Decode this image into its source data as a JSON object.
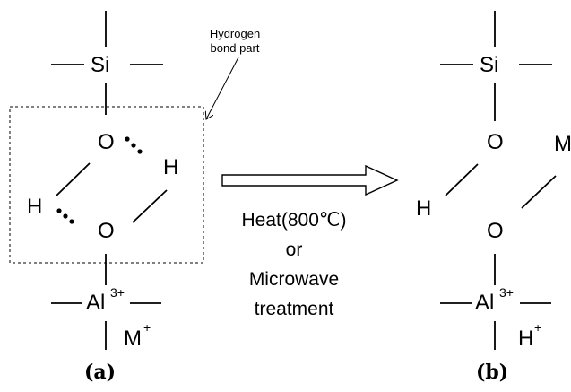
{
  "structure_a": {
    "si": "Si",
    "o_top": "O",
    "h_right": "H",
    "h_left": "H",
    "o_bottom": "O",
    "al": "Al",
    "al_charge": "3+",
    "cation": "M",
    "cation_charge": "+",
    "label": "(a)"
  },
  "annotation": {
    "line1": "Hydrogen",
    "line2": "bond part"
  },
  "process": {
    "line1": "Heat(800℃)",
    "line2": "or",
    "line3": "Microwave",
    "line4": "treatment"
  },
  "structure_b": {
    "si": "Si",
    "o_top": "O",
    "m": "M",
    "h": "H",
    "o_bottom": "O",
    "al": "Al",
    "al_charge": "3+",
    "proton": "H",
    "proton_charge": "+",
    "label": "(b)"
  }
}
